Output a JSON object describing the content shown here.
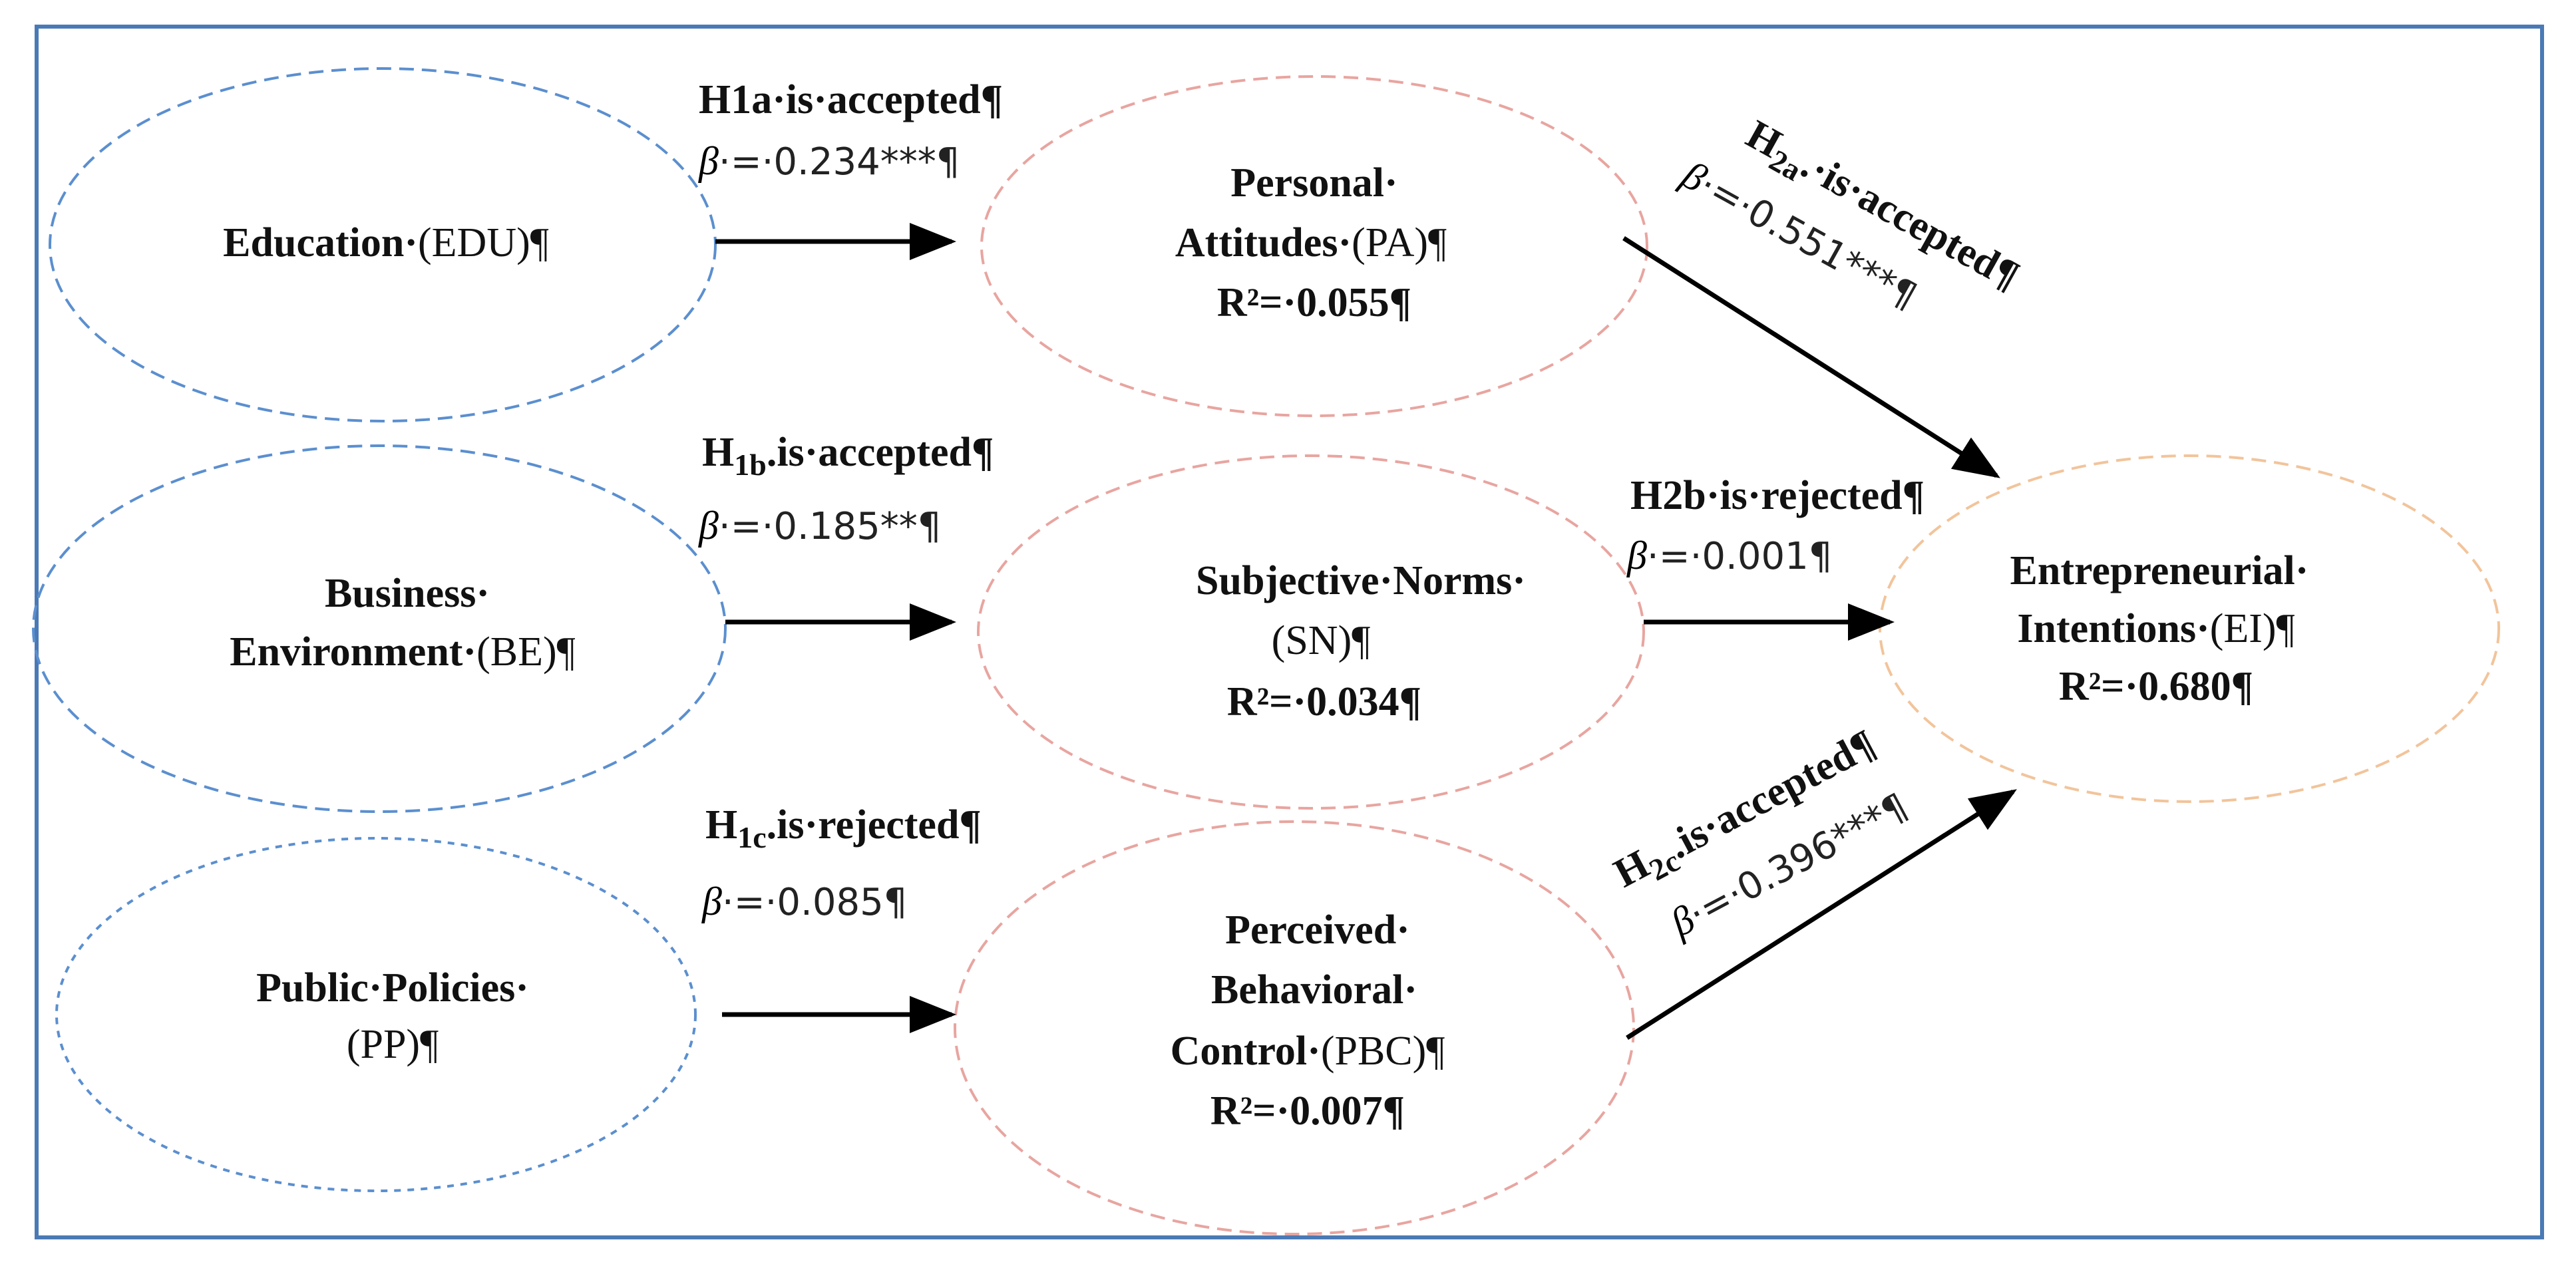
{
  "colors": {
    "frame": "#4a7ab5",
    "predictor_ellipse": "#5b8fcf",
    "mediator_ellipse": "#e8a5a0",
    "outcome_ellipse": "#f2c49b",
    "arrow": "#000000"
  },
  "nodes": {
    "edu": {
      "label_bold": "Education·",
      "label_rest": "(EDU)¶"
    },
    "be": {
      "line1": "Business·",
      "line2_bold": "Environment·",
      "line2_rest": "(BE)¶"
    },
    "pp": {
      "line1": "Public·Policies·",
      "line2": "(PP)¶"
    },
    "pa": {
      "line1": "Personal·",
      "line2_bold": "Attitudes·",
      "line2_rest": "(PA)¶",
      "r2": "R²=·0.055¶"
    },
    "sn": {
      "line1": "Subjective·Norms·",
      "line2": "(SN)¶",
      "r2": "R²=·0.034¶"
    },
    "pbc": {
      "line1": "Perceived·",
      "line2": "Behavioral·",
      "line3_bold": "Control·",
      "line3_rest": "(PBC)¶",
      "r2": "R²=·0.007¶"
    },
    "ei": {
      "line1": "Entrepreneurial·",
      "line2_bold": "Intentions·",
      "line2_rest": "(EI)¶",
      "r2": "R²=·0.680¶"
    }
  },
  "paths": {
    "h1a": {
      "label": "H1a·is·accepted¶",
      "beta_symbol": "β",
      "beta_value": "·=·0.234***¶"
    },
    "h1b": {
      "h": "H",
      "sub": "1b",
      "rest": ".is·accepted¶",
      "beta_symbol": "β",
      "beta_value": "·=·0.185**¶"
    },
    "h1c": {
      "h": "H",
      "sub": "1c",
      "rest": ".is·rejected¶",
      "beta_symbol": "β",
      "beta_value": "·=·0.085¶"
    },
    "h2a": {
      "h": "H",
      "sub": "2a",
      "rest": ".·is·accepted¶",
      "beta_symbol": "β",
      "beta_value": "·=·0.551***¶"
    },
    "h2b": {
      "label": "H2b·is·rejected¶",
      "beta_symbol": "β",
      "beta_value": "·=·0.001¶"
    },
    "h2c": {
      "h": "H",
      "sub": "2c",
      "rest": ".is·accepted¶",
      "beta_symbol": "β",
      "beta_value": "·=·0.396***¶"
    }
  }
}
